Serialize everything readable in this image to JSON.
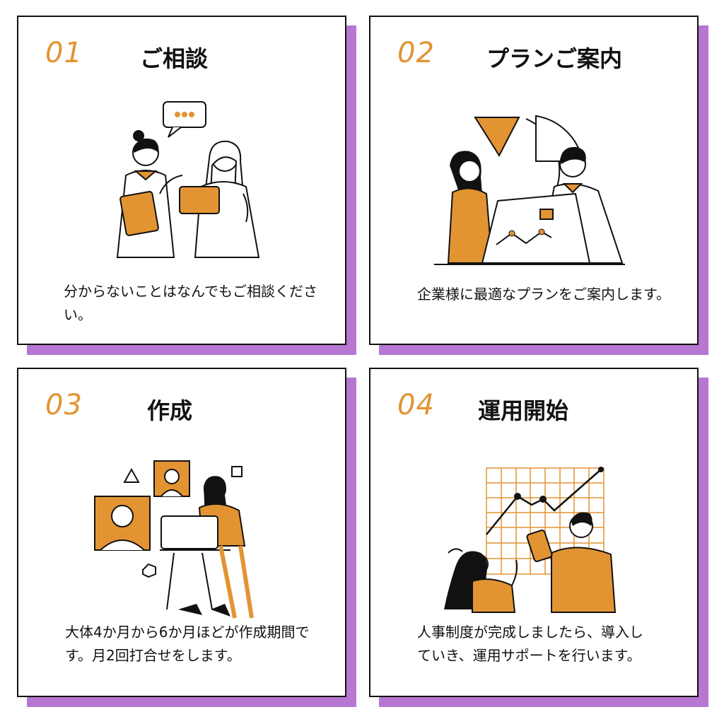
{
  "colors": {
    "accent": "#e29433",
    "shadow": "#b776d2",
    "ink": "#111111"
  },
  "steps": [
    {
      "number": "01",
      "title": "ご相談",
      "description": "分からないことはなんでもご相談ください。"
    },
    {
      "number": "02",
      "title": "プランご案内",
      "description": "企業様に最適なプランをご案内します。"
    },
    {
      "number": "03",
      "title": "作成",
      "description": "大体4か月から6か月ほどが作成期間です。月2回打合せをします。"
    },
    {
      "number": "04",
      "title": "運用開始",
      "description": "人事制度が完成しましたら、導入していき、運用サポートを行います。"
    }
  ]
}
